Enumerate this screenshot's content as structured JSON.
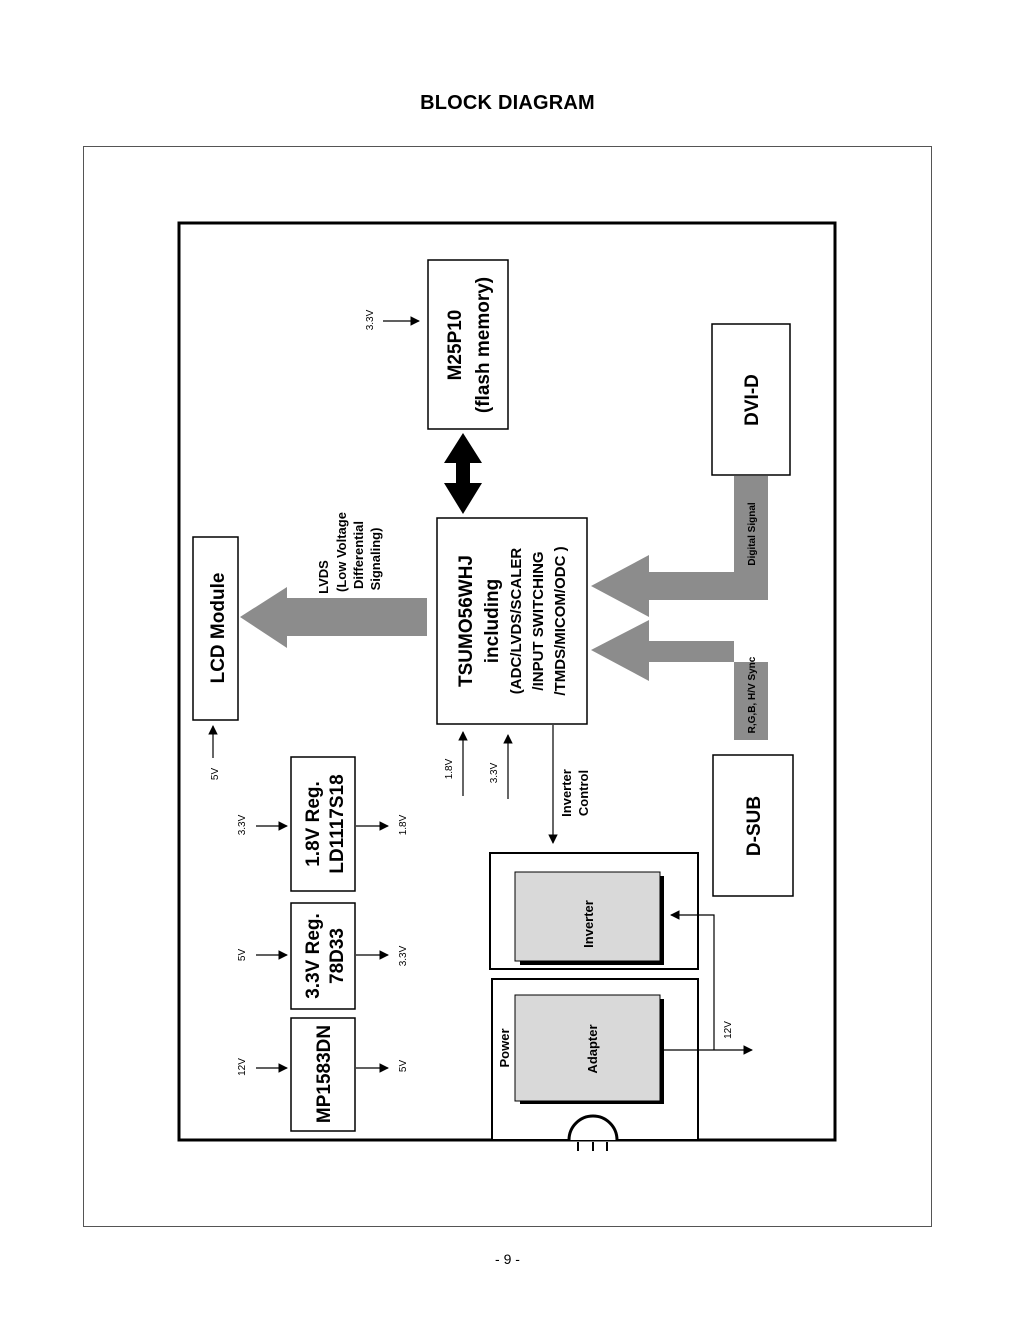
{
  "page": {
    "title": "BLOCK DIAGRAM",
    "page_number": "- 9 -"
  },
  "blocks": {
    "lcd_module": "LCD Module",
    "m25p10_line1": "M25P10",
    "m25p10_line2": "(flash memory)",
    "tsumo_line1": "TSUMO56WHJ",
    "tsumo_line2": "including",
    "tsumo_line3": "(ADC/LVDS/SCALER",
    "tsumo_line4": "/INPUT SWITCHING",
    "tsumo_line5": "/TMDS/MICOM/ODC )",
    "dvi_d": "DVI-D",
    "d_sub": "D-SUB",
    "reg18_line1": "1.8V Reg.",
    "reg18_line2": "LD1117S18",
    "reg33_line1": "3.3V Reg.",
    "reg33_line2": "78D33",
    "mp1583": "MP1583DN",
    "inverter": "Inverter",
    "adapter": "Adapter",
    "power": "Power"
  },
  "labels": {
    "lvds_1": "LVDS",
    "lvds_2": "(Low Voltage",
    "lvds_3": "Differential",
    "lvds_4": "Signaling)",
    "digital_signal": "Digital Signal",
    "rgb_sync": "R,G,B, H/V Sync",
    "inverter_control_1": "Inverter",
    "inverter_control_2": "Control"
  },
  "voltages": {
    "flash_in": "3.3V",
    "lcd_in": "5V",
    "tsumo_in_18": "1.8V",
    "tsumo_in_33": "3.3V",
    "reg18_in": "3.3V",
    "reg18_out": "1.8V",
    "reg33_in": "5V",
    "reg33_out": "3.3V",
    "mp_in": "12V",
    "mp_out": "5V",
    "adapter_out": "12V"
  },
  "colors": {
    "arrow_fill": "#8c8c8c",
    "box_fill": "#d9d9d9"
  }
}
